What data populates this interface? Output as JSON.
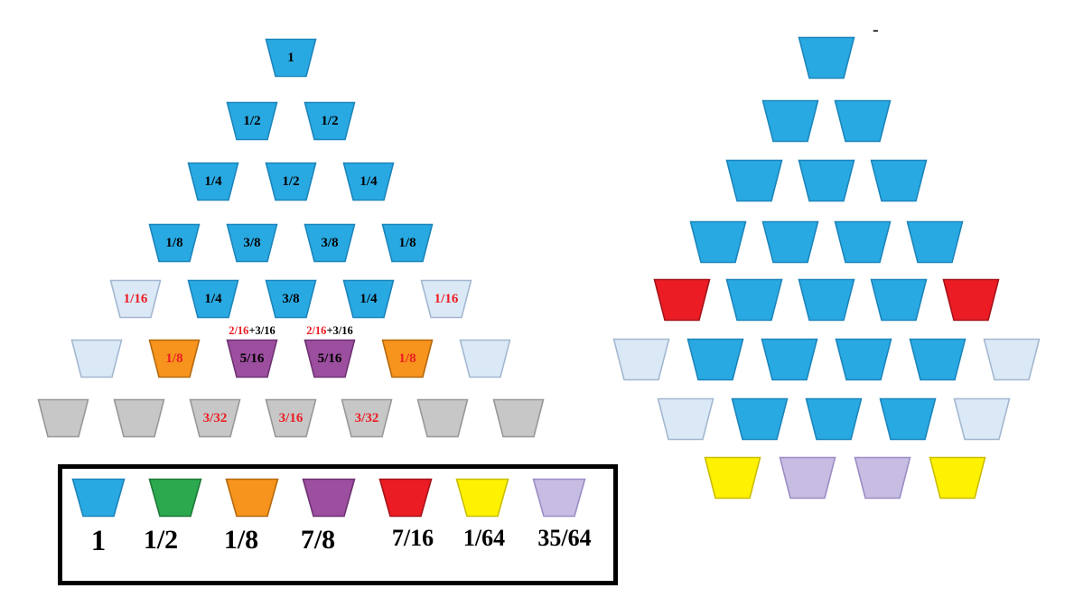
{
  "palette": {
    "blue": {
      "fill": "#29A9E2",
      "stroke": "#1C85BC"
    },
    "light_blue": {
      "fill": "#DBE9F6",
      "stroke": "#A3B8D0"
    },
    "orange": {
      "fill": "#F7941D",
      "stroke": "#B5690E"
    },
    "purple": {
      "fill": "#9C4E9F",
      "stroke": "#6F3272"
    },
    "red": {
      "fill": "#EC1C24",
      "stroke": "#A6121A"
    },
    "yellow": {
      "fill": "#FFF200",
      "stroke": "#C9BE00"
    },
    "lavender": {
      "fill": "#C7BCE2",
      "stroke": "#9B8DC5"
    },
    "gray": {
      "fill": "#C7C7C7",
      "stroke": "#989898"
    },
    "green": {
      "fill": "#2CA94F",
      "stroke": "#1E7938"
    }
  },
  "left_pyramid": {
    "rows": [
      [
        {
          "color": "blue",
          "label": "1",
          "label_color": "black"
        }
      ],
      [
        {
          "color": "blue",
          "label": "1/2",
          "label_color": "black"
        },
        {
          "color": "blue",
          "label": "1/2",
          "label_color": "black"
        }
      ],
      [
        {
          "color": "blue",
          "label": "1/4",
          "label_color": "black"
        },
        {
          "color": "blue",
          "label": "1/2",
          "label_color": "black"
        },
        {
          "color": "blue",
          "label": "1/4",
          "label_color": "black"
        }
      ],
      [
        {
          "color": "blue",
          "label": "1/8",
          "label_color": "black"
        },
        {
          "color": "blue",
          "label": "3/8",
          "label_color": "black"
        },
        {
          "color": "blue",
          "label": "3/8",
          "label_color": "black"
        },
        {
          "color": "blue",
          "label": "1/8",
          "label_color": "black"
        }
      ],
      [
        {
          "color": "light_blue",
          "label": "1/16",
          "label_color": "red"
        },
        {
          "color": "blue",
          "label": "1/4",
          "label_color": "black"
        },
        {
          "color": "blue",
          "label": "3/8",
          "label_color": "black"
        },
        {
          "color": "blue",
          "label": "1/4",
          "label_color": "black"
        },
        {
          "color": "light_blue",
          "label": "1/16",
          "label_color": "red"
        }
      ],
      [
        {
          "color": "light_blue",
          "label": ""
        },
        {
          "color": "orange",
          "label": "1/8",
          "label_color": "red"
        },
        {
          "color": "purple",
          "label": "5/16",
          "label_color": "black",
          "annotation": {
            "parts": [
              {
                "text": "2/16",
                "color": "red"
              },
              {
                "text": "+3/16",
                "color": "black"
              }
            ]
          }
        },
        {
          "color": "purple",
          "label": "5/16",
          "label_color": "black",
          "annotation": {
            "parts": [
              {
                "text": "2/16",
                "color": "red"
              },
              {
                "text": "+3/16",
                "color": "black"
              }
            ]
          }
        },
        {
          "color": "orange",
          "label": "1/8",
          "label_color": "red"
        },
        {
          "color": "light_blue",
          "label": ""
        }
      ],
      [
        {
          "color": "gray",
          "label": ""
        },
        {
          "color": "gray",
          "label": ""
        },
        {
          "color": "gray",
          "label": "3/32",
          "label_color": "red"
        },
        {
          "color": "gray",
          "label": "3/16",
          "label_color": "red"
        },
        {
          "color": "gray",
          "label": "3/32",
          "label_color": "red"
        },
        {
          "color": "gray",
          "label": ""
        },
        {
          "color": "gray",
          "label": ""
        }
      ]
    ]
  },
  "right_pyramid": {
    "rows": [
      [
        {
          "color": "blue",
          "label": ""
        }
      ],
      [
        {
          "color": "blue",
          "label": ""
        },
        {
          "color": "blue",
          "label": ""
        }
      ],
      [
        {
          "color": "blue",
          "label": ""
        },
        {
          "color": "blue",
          "label": ""
        },
        {
          "color": "blue",
          "label": ""
        }
      ],
      [
        {
          "color": "blue",
          "label": ""
        },
        {
          "color": "blue",
          "label": ""
        },
        {
          "color": "blue",
          "label": ""
        },
        {
          "color": "blue",
          "label": ""
        }
      ],
      [
        {
          "color": "red",
          "label": ""
        },
        {
          "color": "blue",
          "label": ""
        },
        {
          "color": "blue",
          "label": ""
        },
        {
          "color": "blue",
          "label": ""
        },
        {
          "color": "red",
          "label": ""
        }
      ],
      [
        {
          "color": "light_blue",
          "label": ""
        },
        {
          "color": "blue",
          "label": ""
        },
        {
          "color": "blue",
          "label": ""
        },
        {
          "color": "blue",
          "label": ""
        },
        {
          "color": "blue",
          "label": ""
        },
        {
          "color": "light_blue",
          "label": ""
        }
      ],
      [
        {
          "color": "light_blue",
          "label": ""
        },
        {
          "color": "blue",
          "label": ""
        },
        {
          "color": "blue",
          "label": ""
        },
        {
          "color": "blue",
          "label": ""
        },
        {
          "color": "light_blue",
          "label": ""
        }
      ],
      [
        {
          "color": "yellow",
          "label": ""
        },
        {
          "color": "lavender",
          "label": ""
        },
        {
          "color": "lavender",
          "label": ""
        },
        {
          "color": "yellow",
          "label": ""
        }
      ]
    ]
  },
  "legend": {
    "items": [
      {
        "color": "blue",
        "label": "1"
      },
      {
        "color": "green",
        "label": "1/2"
      },
      {
        "color": "orange",
        "label": "1/8"
      },
      {
        "color": "purple",
        "label": "7/8"
      },
      {
        "color": "red",
        "label": "7/16"
      },
      {
        "color": "yellow",
        "label": "1/64"
      },
      {
        "color": "lavender",
        "label": "35/64"
      }
    ]
  },
  "stray_mark": "-"
}
